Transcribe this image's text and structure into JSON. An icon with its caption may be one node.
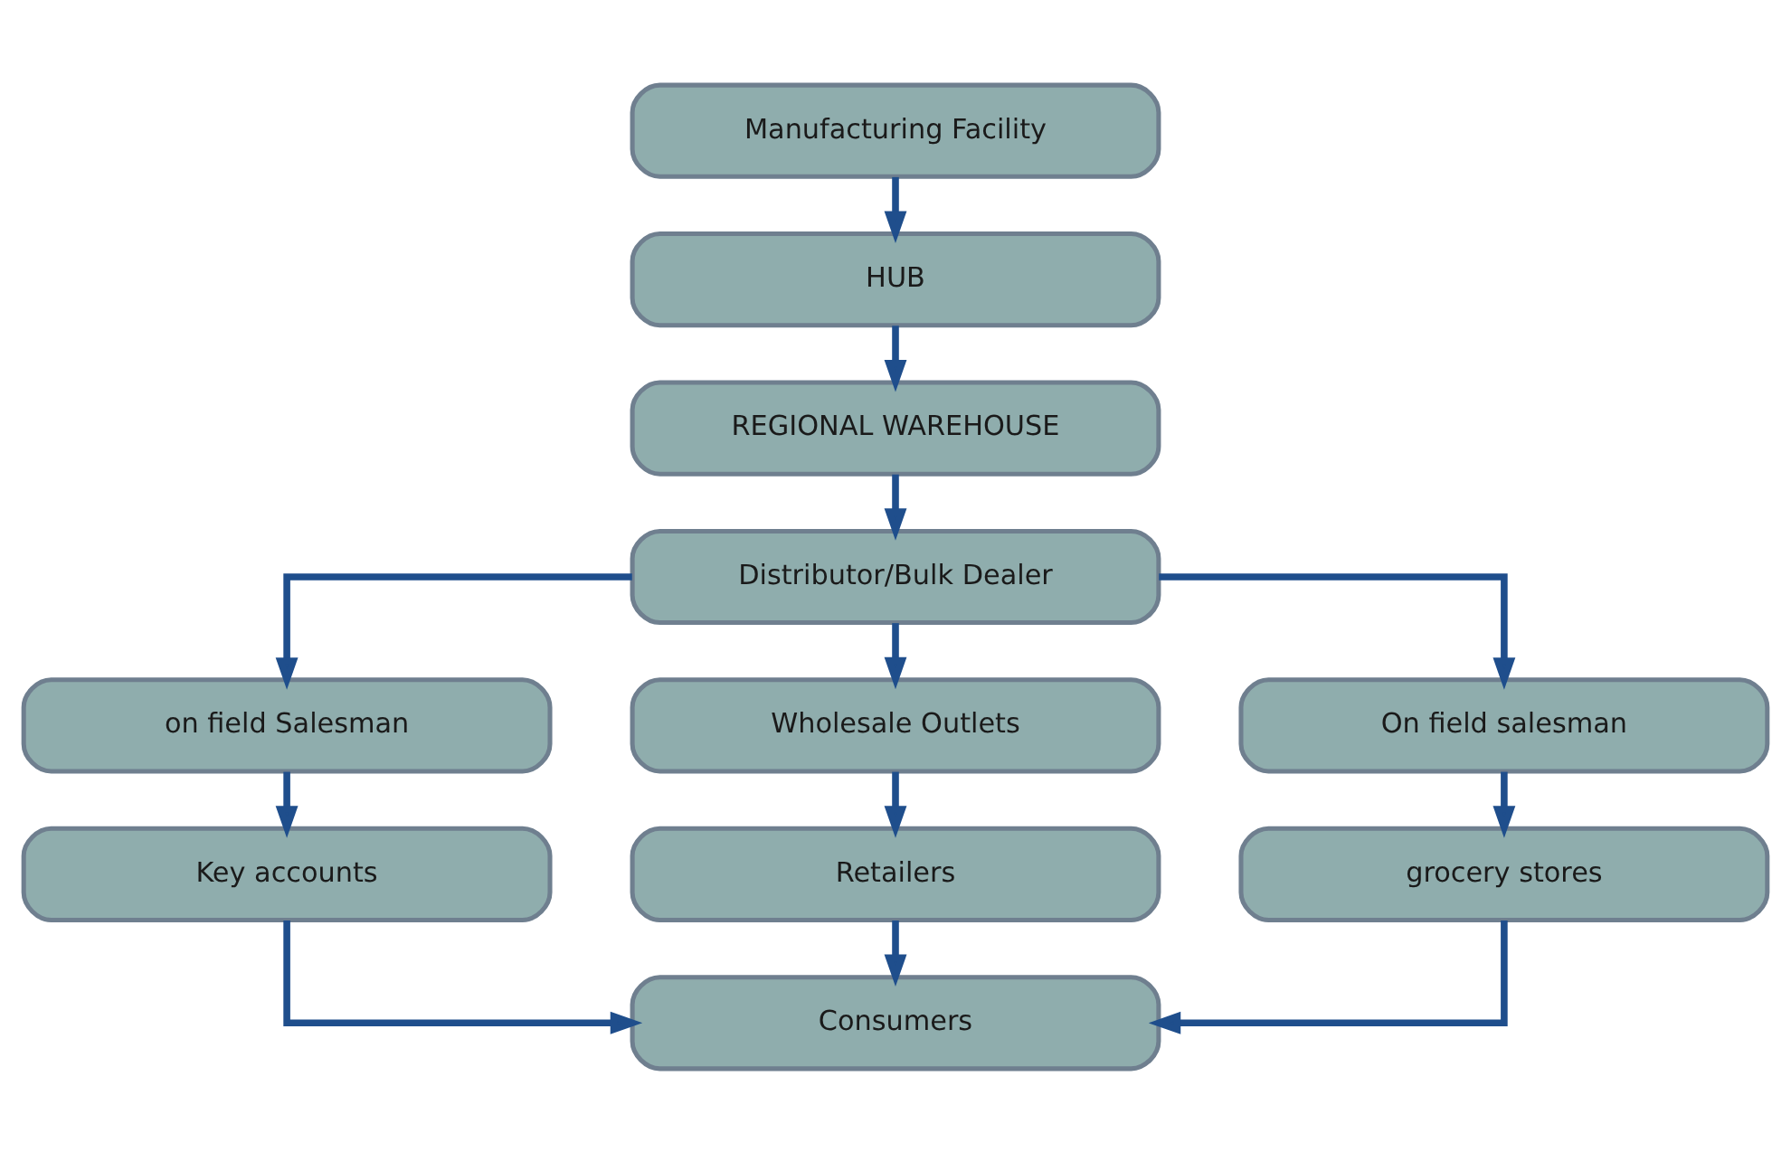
{
  "diagram": {
    "nodes": [
      {
        "text": [
          "Manufacturing Facility"
        ]
      },
      {
        "text": [
          "HUB"
        ]
      },
      {
        "text": [
          "REGIONAL WAREHOUSE"
        ]
      },
      {
        "text": [
          "Distributor/Bulk Dealer"
        ]
      },
      {
        "text": [
          "on field Salesman"
        ]
      },
      {
        "text": [
          "Wholesale Outlets"
        ]
      },
      {
        "text": [
          "On field salesman"
        ]
      },
      {
        "text": [
          "Key accounts"
        ]
      },
      {
        "text": [
          "Retailers"
        ]
      },
      {
        "text": [
          "grocery stores"
        ]
      },
      {
        "text": [
          "Consumers"
        ]
      }
    ],
    "edges": [
      {
        "from": 0,
        "to": 1,
        "arrow": "to"
      },
      {
        "from": 1,
        "to": 2,
        "arrow": "to"
      },
      {
        "from": 2,
        "to": 3,
        "arrow": "to"
      },
      {
        "from": 3,
        "to": 4,
        "arrow": "to"
      },
      {
        "from": 3,
        "to": 5,
        "arrow": "to"
      },
      {
        "from": 3,
        "to": 6,
        "arrow": "to"
      },
      {
        "from": 4,
        "to": 7,
        "arrow": "to"
      },
      {
        "from": 5,
        "to": 8,
        "arrow": "to"
      },
      {
        "from": 6,
        "to": 9,
        "arrow": "to"
      },
      {
        "from": 7,
        "to": 10,
        "arrow": "to"
      },
      {
        "from": 8,
        "to": 10,
        "arrow": "to"
      },
      {
        "from": 9,
        "to": 10,
        "arrow": "to"
      }
    ]
  }
}
